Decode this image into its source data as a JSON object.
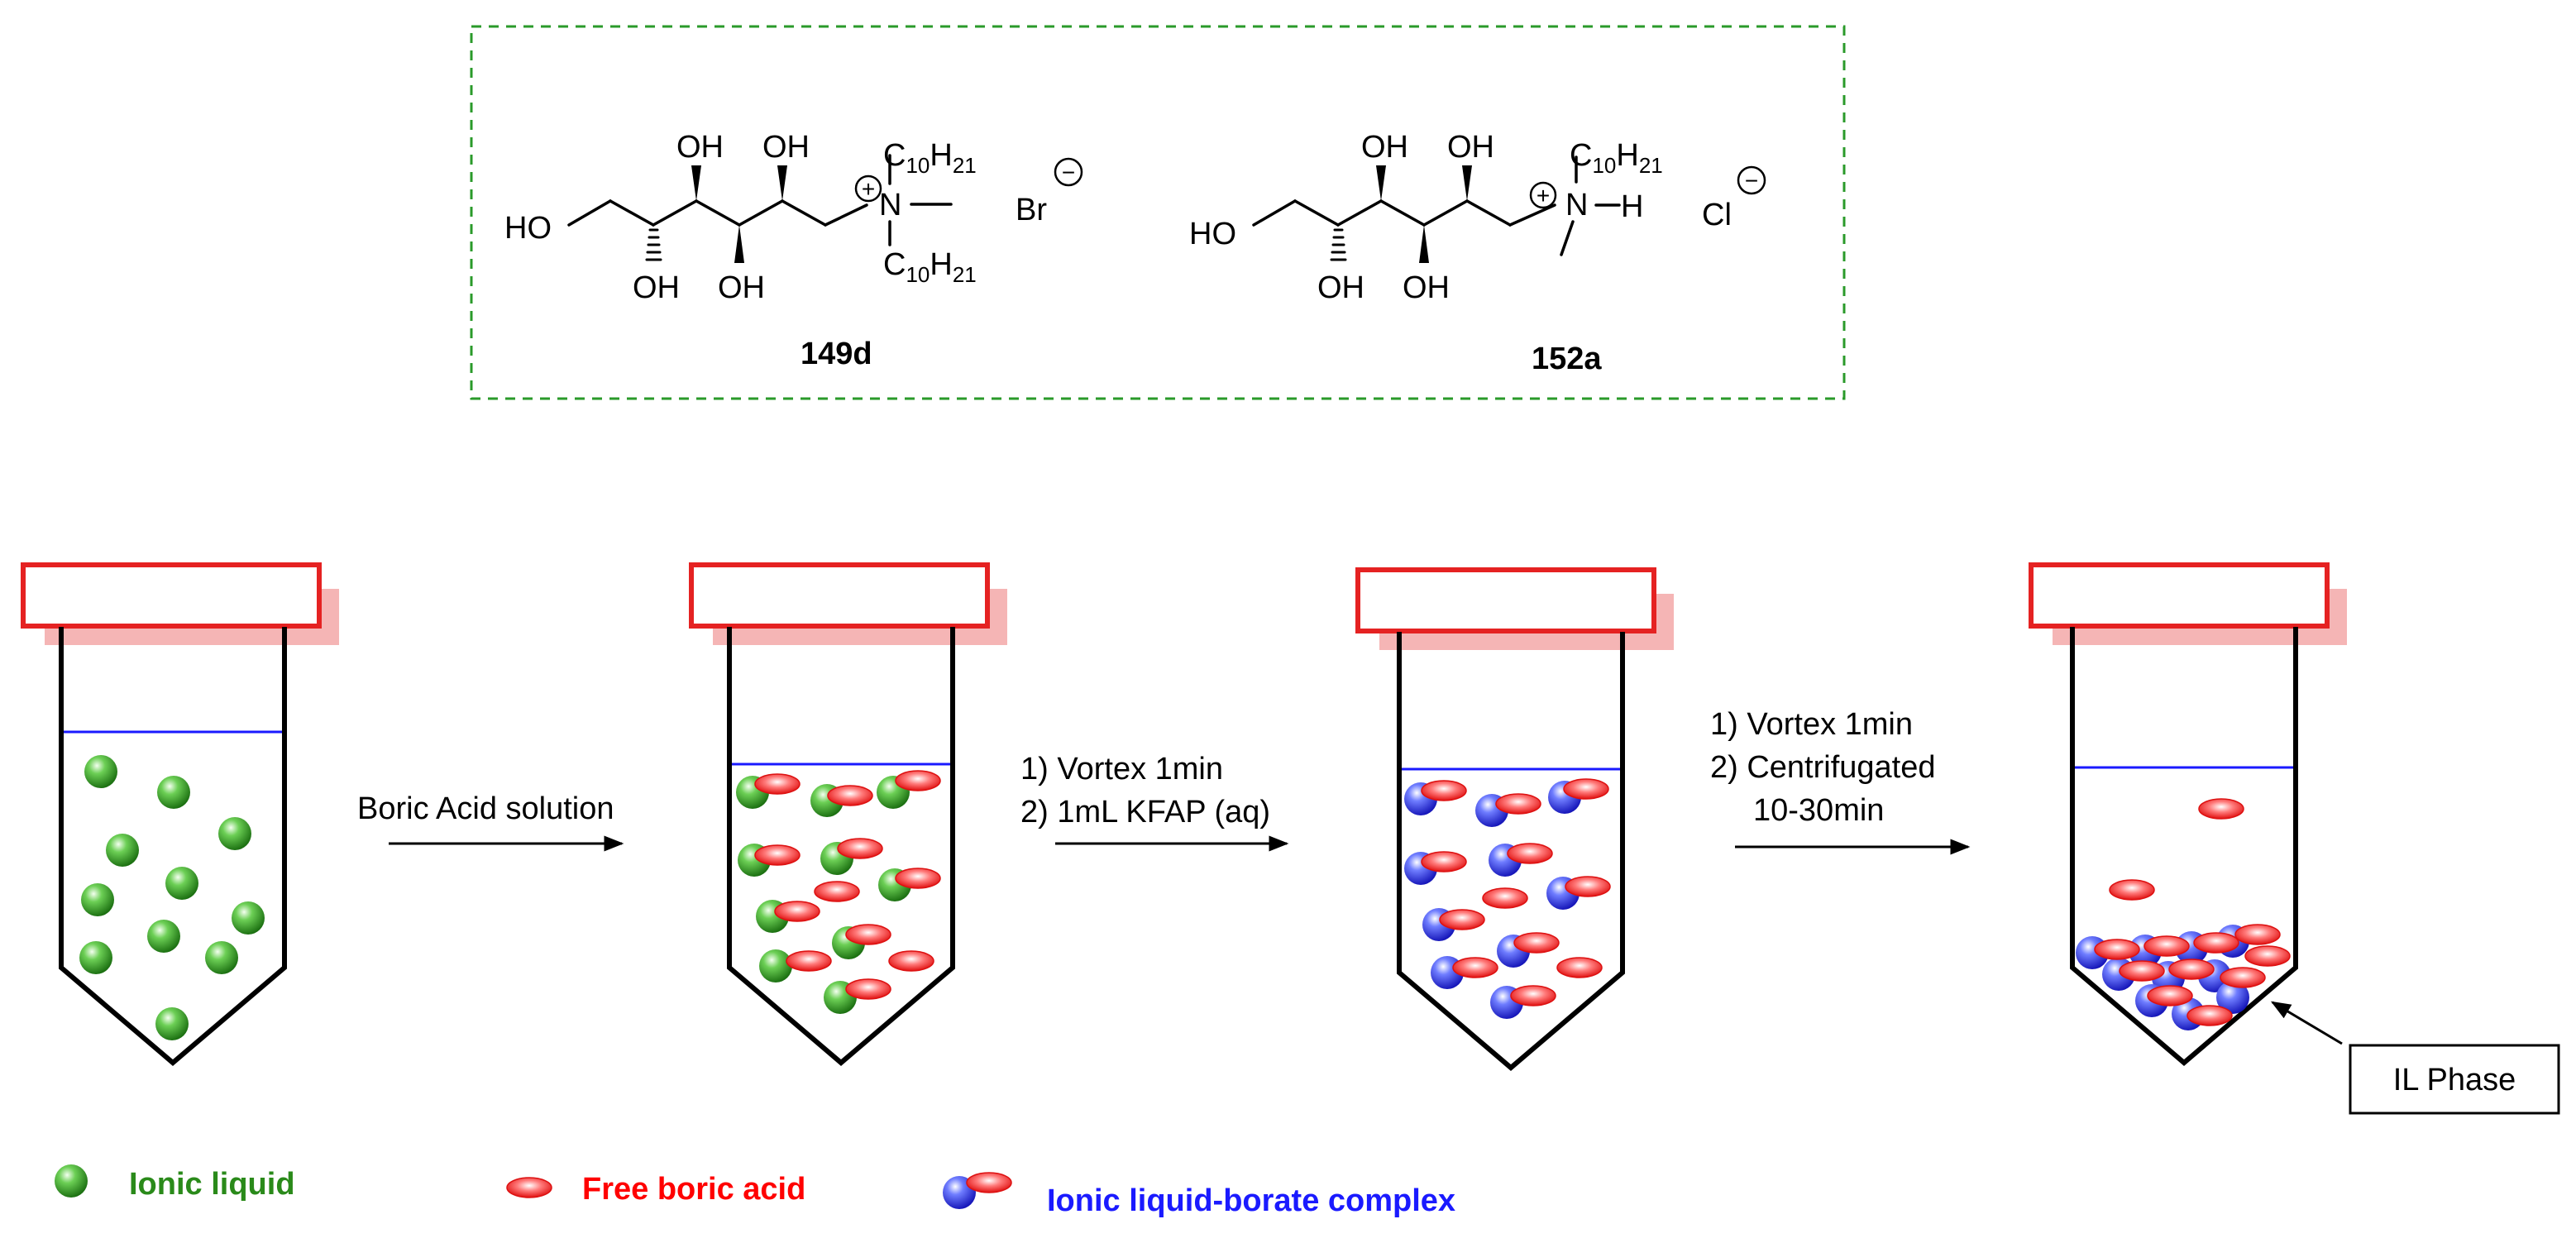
{
  "structures": [
    {
      "compound_id": "149d",
      "ho": "HO",
      "oh_top_1": "OH",
      "oh_top_2": "OH",
      "oh_bottom_1": "OH",
      "oh_bottom_2": "OH",
      "n_atom": "N",
      "plus": "+",
      "minus": "−",
      "substituent_top": {
        "c": "C",
        "sub1": "10",
        "h": "H",
        "sub2": "21"
      },
      "substituent_bottom": {
        "c": "C",
        "sub1": "10",
        "h": "H",
        "sub2": "21"
      },
      "counterion": "Br"
    },
    {
      "compound_id": "152a",
      "ho": "HO",
      "oh_top_1": "OH",
      "oh_top_2": "OH",
      "oh_bottom_1": "OH",
      "oh_bottom_2": "OH",
      "n_atom": "N",
      "n_h": "H",
      "plus": "+",
      "minus": "−",
      "substituent_top": {
        "c": "C",
        "sub1": "10",
        "h": "H",
        "sub2": "21"
      },
      "counterion": "Cl"
    }
  ],
  "steps": {
    "step1": {
      "line1": "Boric Acid solution"
    },
    "step2": {
      "line1": "1) Vortex 1min",
      "line2": "2) 1mL KFAP (aq)"
    },
    "step3": {
      "line1": "1) Vortex 1min",
      "line2": "2) Centrifugated",
      "line3": "10-30min"
    }
  },
  "il_phase_label": "IL Phase",
  "legend": {
    "ionic_liquid": "Ionic liquid",
    "free_boric_acid": "Free boric acid",
    "complex": "Ionic liquid-borate complex"
  },
  "colors": {
    "green_label": "#2a8a1a",
    "red_label": "#ff0000",
    "blue_label": "#1a1aff",
    "cap_red": "#e52222",
    "cap_shadow": "#f5b5b5",
    "liquid_line": "#1a1aff",
    "dashed_box": "#2a9a2a"
  }
}
